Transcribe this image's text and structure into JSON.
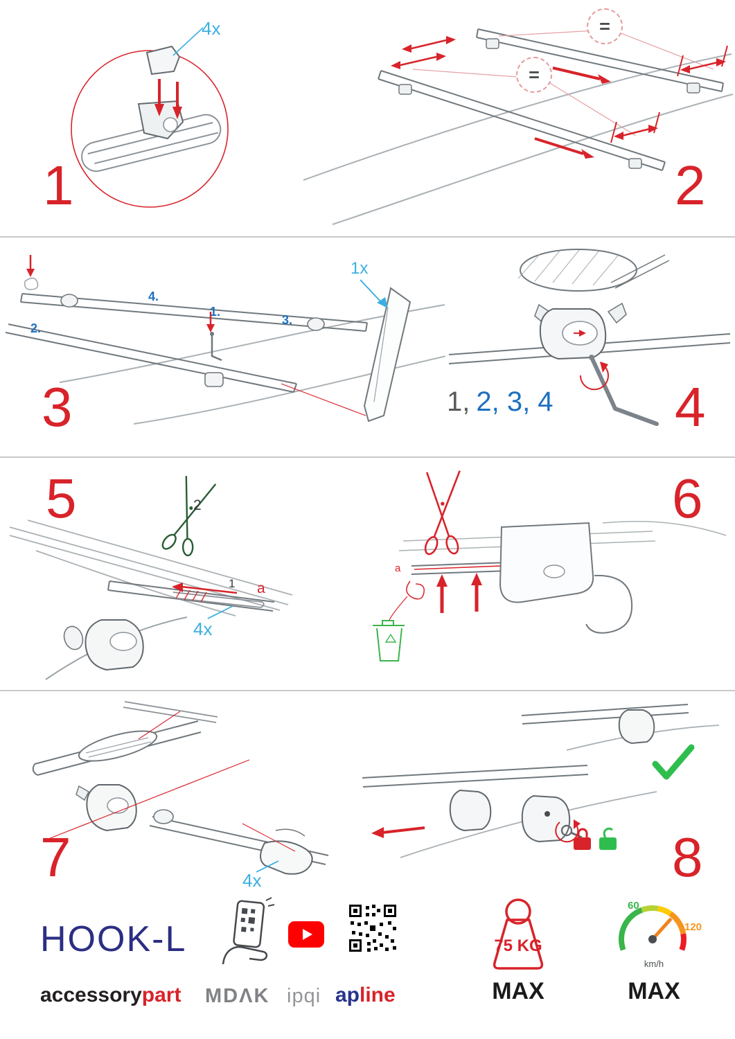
{
  "steps": {
    "s1": {
      "number": "1",
      "qty": "4x"
    },
    "s2": {
      "number": "2",
      "equal_a": "=",
      "equal_b": "="
    },
    "s3": {
      "number": "3",
      "label_1": "1.",
      "label_2": "2.",
      "label_3": "3.",
      "label_4": "4.",
      "qty": "1x"
    },
    "s4": {
      "number": "4",
      "seq_first": "1,",
      "seq_rest": "2, 3, 4"
    },
    "s5": {
      "number": "5",
      "scissors_step": "2",
      "pull_step": "1",
      "strip_letter": "a",
      "qty": "4x"
    },
    "s6": {
      "number": "6",
      "strip_letter": "a"
    },
    "s7": {
      "number": "7",
      "qty": "4x"
    },
    "s8": {
      "number": "8"
    }
  },
  "footer": {
    "product_name": "HOOK-L",
    "brand_part1": "accessory",
    "brand_part2": "part",
    "logo_mdak": "MDΛK",
    "logo_ipqi": "ipqi",
    "logo_apline_part1": "ap",
    "logo_apline_part2": "line",
    "weight_value": "75 KG",
    "weight_max": "MAX",
    "speed_low": "60",
    "speed_high": "120",
    "speed_unit": "km/h",
    "speed_max": "MAX"
  },
  "colors": {
    "accent_red": "#d8232a",
    "annotation_blue": "#3bb0e0",
    "sequence_blue": "#1e6fbf",
    "brand_navy": "#2b2e83",
    "ok_green": "#2fbe4e",
    "gauge_orange": "#f7941d"
  }
}
